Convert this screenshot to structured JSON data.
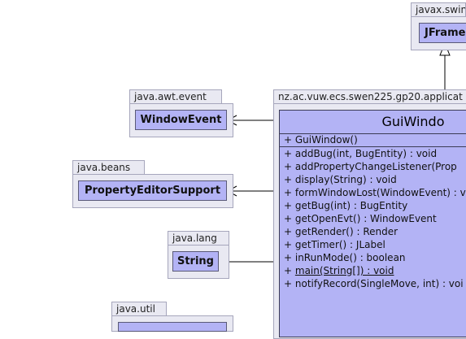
{
  "packages": {
    "swing": {
      "name": "javax.swin"
    },
    "event": {
      "name": "java.awt.event"
    },
    "beans": {
      "name": "java.beans"
    },
    "lang": {
      "name": "java.lang"
    },
    "util": {
      "name": "java.util"
    },
    "app": {
      "name": "nz.ac.vuw.ecs.swen225.gp20.applicat"
    }
  },
  "classes": {
    "jframe": "JFrame",
    "window_event": "WindowEvent",
    "property_editor_support": "PropertyEditorSupport",
    "string": "String",
    "util_class": ""
  },
  "main_class": {
    "name": "GuiWindo",
    "constructors": [
      "+ GuiWindow()"
    ],
    "operations": [
      {
        "text": "+ addBug(int, BugEntity) : void",
        "static": false
      },
      {
        "text": "+ addPropertyChangeListener(Prop",
        "static": false
      },
      {
        "text": "+ display(String) : void",
        "static": false
      },
      {
        "text": "+ formWindowLost(WindowEvent) : v",
        "static": false
      },
      {
        "text": "+ getBug(int) : BugEntity",
        "static": false
      },
      {
        "text": "+ getOpenEvt() : WindowEvent",
        "static": false
      },
      {
        "text": "+ getRender() : Render",
        "static": false
      },
      {
        "text": "+ getTimer() : JLabel",
        "static": false
      },
      {
        "text": "+ inRunMode() : boolean",
        "static": false
      },
      {
        "text": "+ main(String[]) : void",
        "static": true
      },
      {
        "text": "+ notifyRecord(SingleMove, int) : voi",
        "static": false
      }
    ]
  }
}
